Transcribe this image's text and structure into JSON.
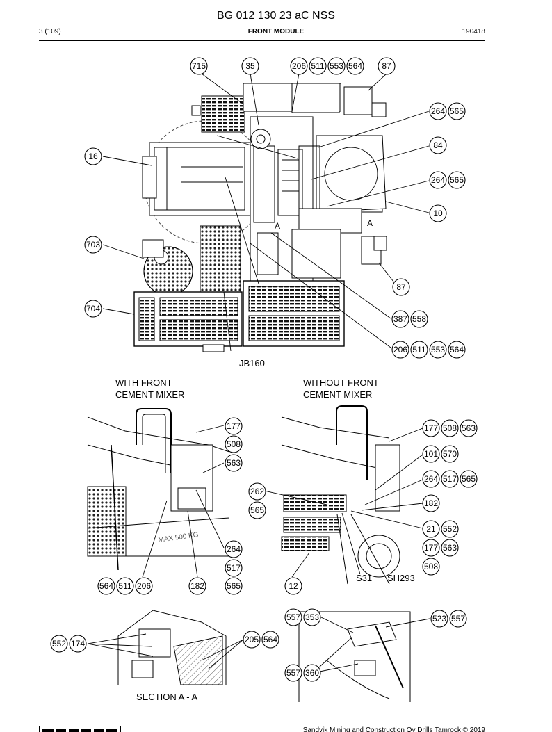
{
  "header": {
    "doc_code": "BG 012 130 23 aC NSS",
    "page_no": "3 (109)",
    "section_title": "FRONT MODULE",
    "date": "190418"
  },
  "top_view": {
    "callouts": [
      "715",
      "35",
      "206",
      "511",
      "553",
      "564",
      "87",
      "264",
      "565",
      "84",
      "264",
      "565",
      "10",
      "16",
      "703",
      "704",
      "87",
      "387",
      "558",
      "206",
      "511",
      "553",
      "564"
    ],
    "section_marks": [
      "A",
      "A"
    ],
    "connector_label": "JB160"
  },
  "left_view": {
    "caption_line1": "WITH FRONT",
    "caption_line2": "CEMENT MIXER",
    "callouts": [
      "177",
      "508",
      "563",
      "264",
      "517",
      "565",
      "564",
      "511",
      "206",
      "182"
    ],
    "plate_text": "MAX 500 KG"
  },
  "right_view": {
    "caption_line1": "WITHOUT FRONT",
    "caption_line2": "CEMENT MIXER",
    "callouts": [
      "177",
      "508",
      "563",
      "101",
      "570",
      "264",
      "517",
      "565",
      "182",
      "21",
      "552",
      "177",
      "563",
      "508",
      "262",
      "565",
      "12"
    ],
    "labels": [
      "S31",
      "SH293"
    ]
  },
  "section_view": {
    "callouts": [
      "552",
      "174",
      "205",
      "564"
    ],
    "caption": "SECTION A - A"
  },
  "detail_view": {
    "callouts": [
      "557",
      "353",
      "523",
      "557",
      "557",
      "360"
    ]
  },
  "footer": {
    "copyright": "Sandvik Mining and Construction Oy Drills Tamrock © 2019"
  }
}
